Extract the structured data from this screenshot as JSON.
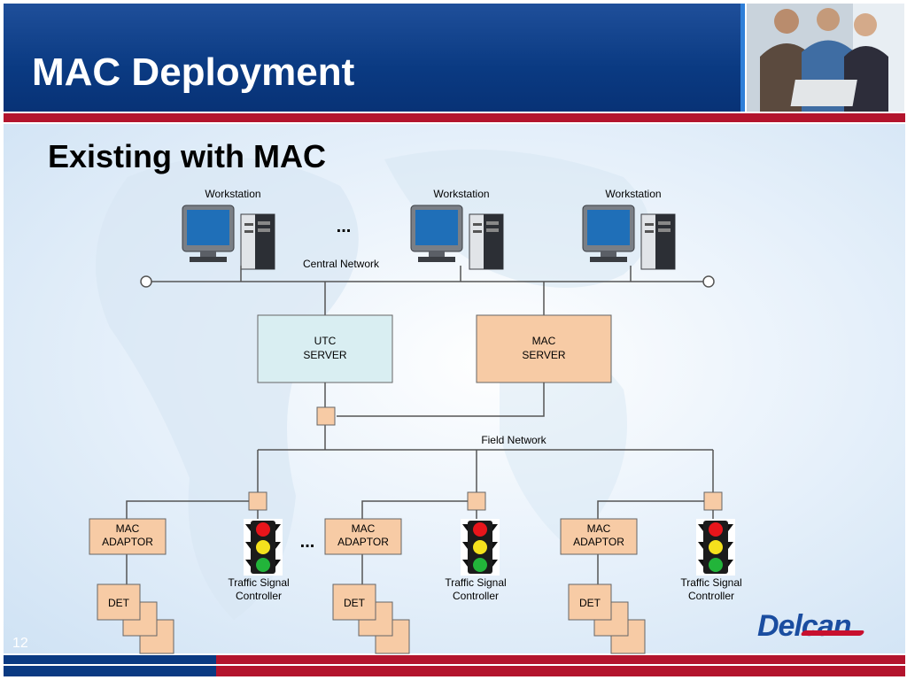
{
  "slide": {
    "title": "MAC Deployment",
    "subtitle": "Existing with MAC",
    "page_number": "12",
    "logo_text": "Delcan"
  },
  "diagram": {
    "workstation_label": "Workstation",
    "ellipsis": "...",
    "central_network_label": "Central Network",
    "field_network_label": "Field Network",
    "utc_server": [
      "UTC",
      "SERVER"
    ],
    "mac_server": [
      "MAC",
      "SERVER"
    ],
    "mac_adaptor": [
      "MAC",
      "ADAPTOR"
    ],
    "det_label": "DET",
    "traffic_signal_controller": [
      "Traffic Signal",
      "Controller"
    ]
  },
  "colors": {
    "header_blue": "#0a3a82",
    "accent_red": "#b3142d",
    "utc_box": "#d9eef2",
    "mac_box": "#f7cba5",
    "line": "#555555"
  }
}
